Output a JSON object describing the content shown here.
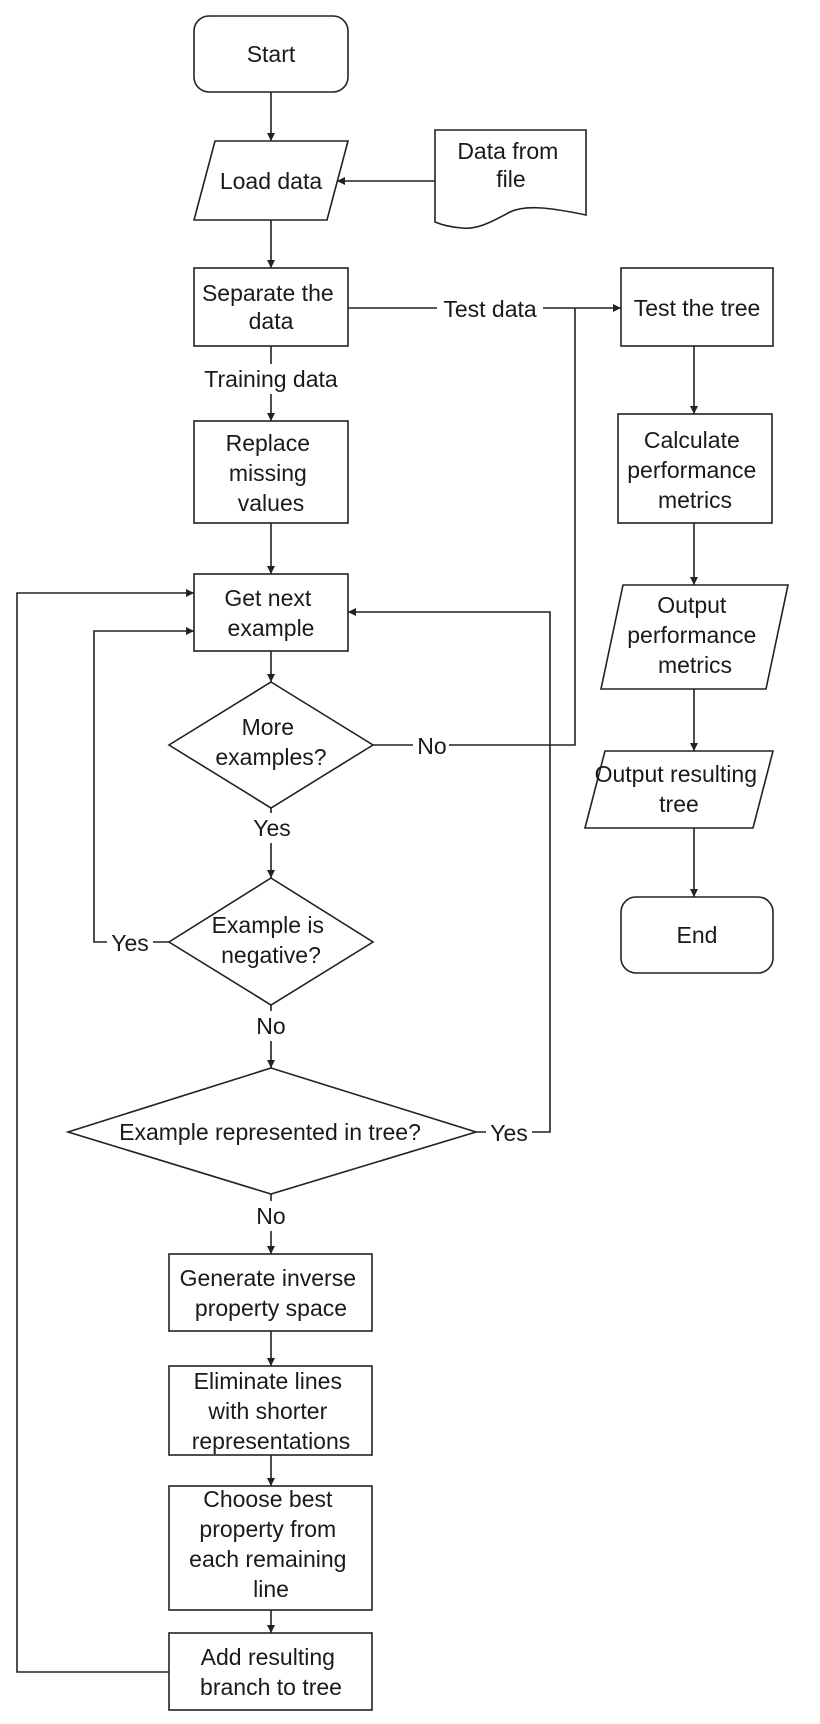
{
  "nodes": {
    "start": [
      "Start"
    ],
    "load_data": [
      "Load data"
    ],
    "data_from_file": [
      "Data from",
      "file"
    ],
    "separate_data": [
      "Separate the",
      "data"
    ],
    "test_tree": [
      "Test the tree"
    ],
    "replace_missing": [
      "Replace",
      "missing",
      "values"
    ],
    "calc_metrics": [
      "Calculate",
      "performance",
      "metrics"
    ],
    "get_next_example": [
      "Get next",
      "example"
    ],
    "output_metrics": [
      "Output",
      "performance",
      "metrics"
    ],
    "more_examples": [
      "More",
      "examples?"
    ],
    "output_tree": [
      "Output resulting",
      "tree"
    ],
    "end": [
      "End"
    ],
    "example_negative": [
      "Example is",
      "negative?"
    ],
    "example_represented": [
      "Example represented in tree?"
    ],
    "generate_inverse": [
      "Generate inverse",
      "property space"
    ],
    "eliminate_lines": [
      "Eliminate lines",
      "with shorter",
      "representations"
    ],
    "choose_best": [
      "Choose best",
      "property from",
      "each remaining",
      "line"
    ],
    "add_branch": [
      "Add resulting",
      "branch to tree"
    ]
  },
  "edge_labels": {
    "test_data": "Test data",
    "training_data": "Training data",
    "more_no": "No",
    "more_yes": "Yes",
    "negative_yes": "Yes",
    "negative_no": "No",
    "represented_yes": "Yes",
    "represented_no": "No"
  }
}
